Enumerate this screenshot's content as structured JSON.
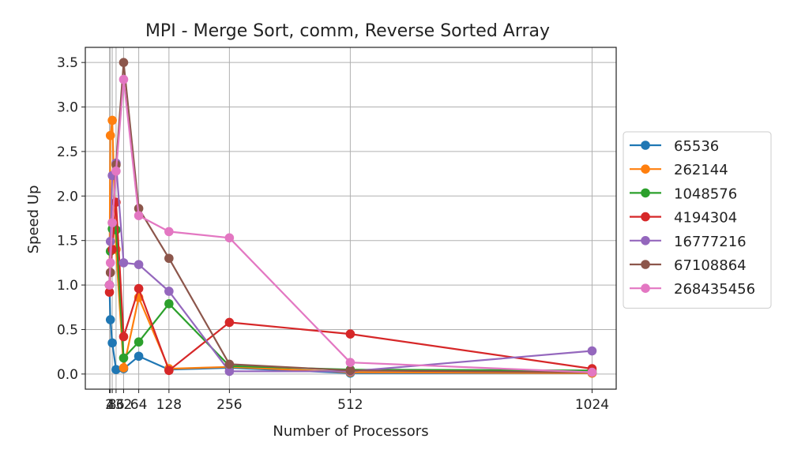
{
  "chart_data": {
    "type": "line",
    "title": "MPI - Merge Sort, comm, Reverse Sorted Array",
    "xlabel": "Number of Processors",
    "ylabel": "Speed Up",
    "x": [
      2,
      4,
      8,
      16,
      32,
      64,
      128,
      256,
      512,
      1024
    ],
    "xticks": [
      2,
      4,
      8,
      16,
      32,
      64,
      128,
      256,
      512,
      1024
    ],
    "xtick_labels": [
      "2",
      "4",
      "8",
      "16",
      "32",
      "64",
      "128",
      "256",
      "512",
      "1024"
    ],
    "yticks": [
      0.0,
      0.5,
      1.0,
      1.5,
      2.0,
      2.5,
      3.0,
      3.5
    ],
    "ytick_labels": [
      "0.0",
      "0.5",
      "1.0",
      "1.5",
      "2.0",
      "2.5",
      "3.0",
      "3.5"
    ],
    "xlim": [
      -49.1,
      1075.1
    ],
    "ylim": [
      -0.17,
      3.67
    ],
    "grid": true,
    "marker": "circle",
    "legend_position": "center-right outside",
    "series": [
      {
        "name": "65536",
        "color": "#1f77b4",
        "values": [
          1.0,
          0.61,
          0.35,
          0.05,
          0.06,
          0.2,
          0.05,
          0.07,
          0.01,
          0.01
        ]
      },
      {
        "name": "262144",
        "color": "#ff7f0e",
        "values": [
          1.0,
          2.68,
          2.85,
          1.4,
          0.07,
          0.86,
          0.06,
          0.08,
          0.02,
          0.01
        ]
      },
      {
        "name": "1048576",
        "color": "#2ca02c",
        "values": [
          1.0,
          1.38,
          1.63,
          1.62,
          0.18,
          0.36,
          0.79,
          0.09,
          0.05,
          0.04
        ]
      },
      {
        "name": "4194304",
        "color": "#d62728",
        "values": [
          0.92,
          1.14,
          1.4,
          1.93,
          0.42,
          0.96,
          0.04,
          0.58,
          0.45,
          0.06
        ]
      },
      {
        "name": "16777216",
        "color": "#9467bd",
        "values": [
          1.0,
          1.49,
          2.23,
          2.37,
          1.25,
          1.23,
          0.93,
          0.03,
          0.03,
          0.26
        ]
      },
      {
        "name": "67108864",
        "color": "#8c564b",
        "values": [
          1.0,
          1.14,
          1.7,
          2.35,
          3.5,
          1.86,
          1.3,
          0.11,
          0.04,
          0.02
        ]
      },
      {
        "name": "268435456",
        "color": "#e377c2",
        "values": [
          1.0,
          1.25,
          1.7,
          2.28,
          3.31,
          1.78,
          1.6,
          1.53,
          0.13,
          0.02
        ]
      }
    ]
  }
}
